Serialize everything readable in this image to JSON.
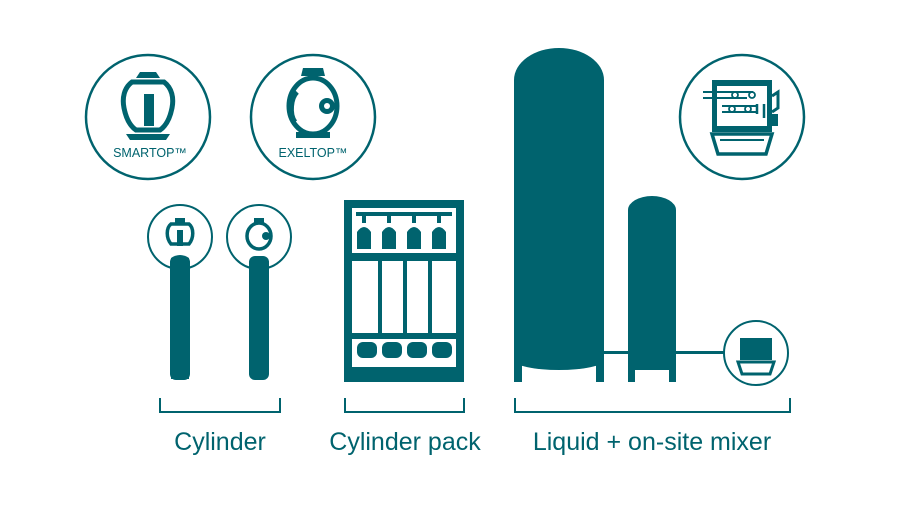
{
  "badges": {
    "smartop": "SMARTOP™",
    "exeltop": "EXELTOP™"
  },
  "groups": {
    "cylinder": "Cylinder",
    "cylinder_pack": "Cylinder pack",
    "liquid": "Liquid + on-site mixer"
  },
  "colors": {
    "teal": "#00636E",
    "white": "#FFFFFF"
  }
}
